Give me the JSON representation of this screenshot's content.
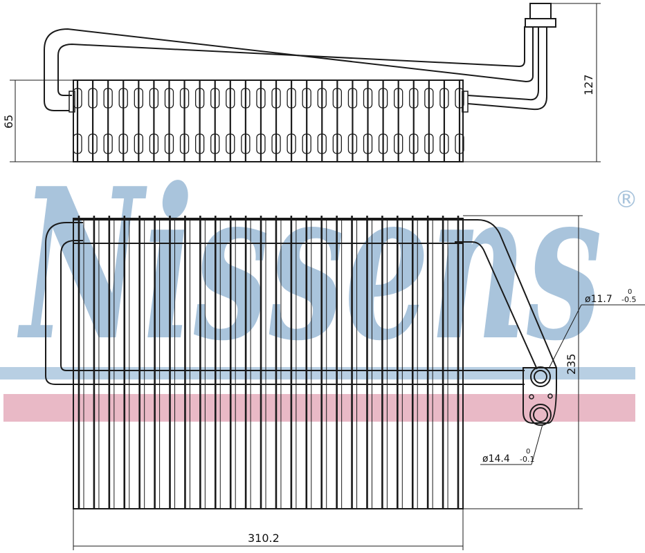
{
  "watermark": {
    "text": "Nissens",
    "registered_mark": "®",
    "color": "#a9c4dc",
    "band_blue": "#b8cfe3",
    "band_pink": "#e9b9c6"
  },
  "dimensions": {
    "depth": "65",
    "overall_height_top_view": "127",
    "height": "235",
    "width": "310.2",
    "pipe_outlet": {
      "diameter": "ø11.7",
      "upper_tolerance": "0",
      "lower_tolerance": "-0.5"
    },
    "pipe_inlet": {
      "diameter": "ø14.4",
      "upper_tolerance": "0",
      "lower_tolerance": "-0.1"
    }
  },
  "colors": {
    "line": "#1a1a1a",
    "text": "#111111"
  }
}
